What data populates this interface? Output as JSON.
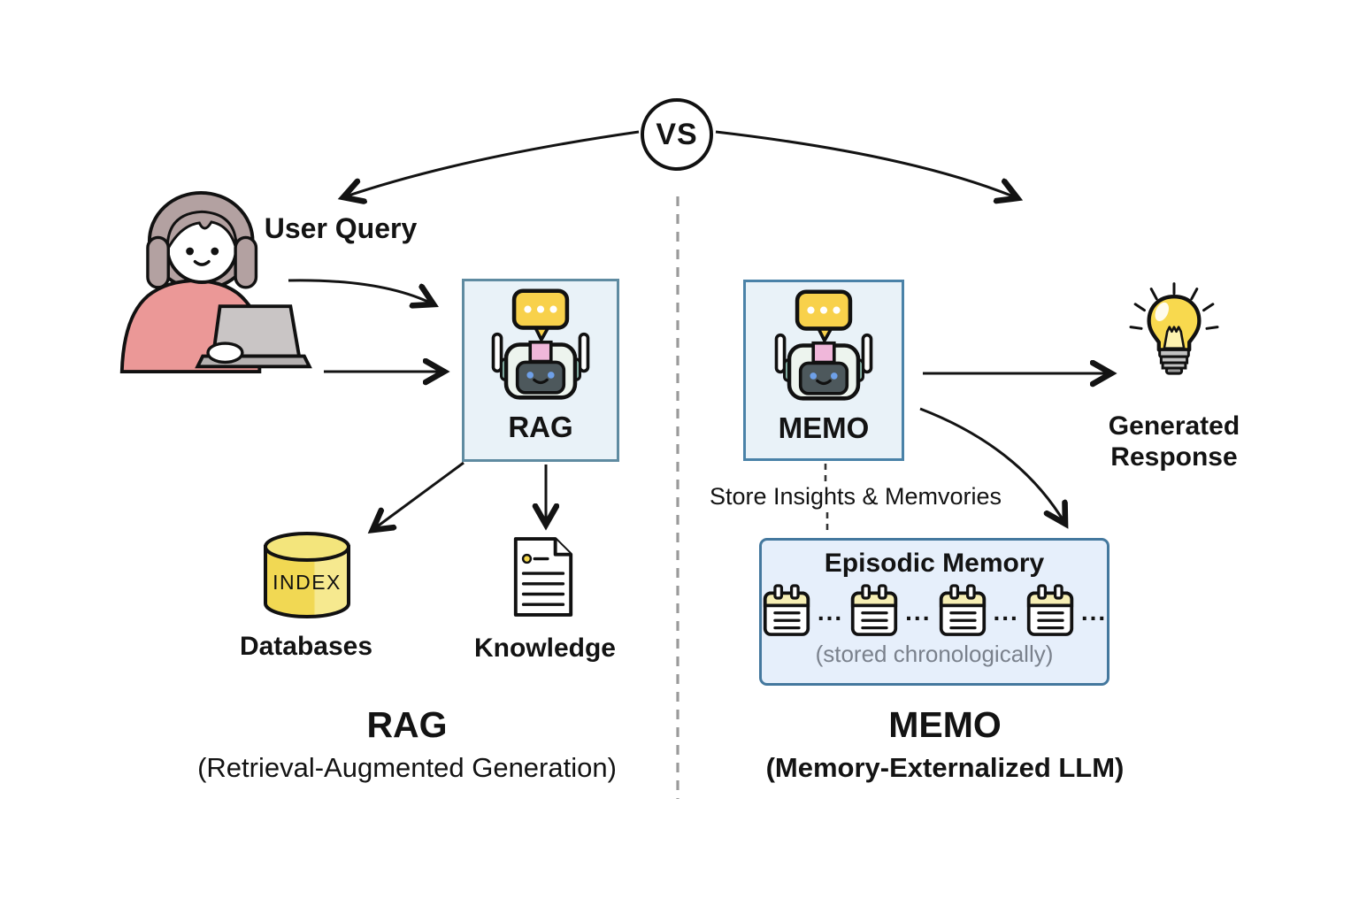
{
  "vs_badge": {
    "label": "VS"
  },
  "left_panel": {
    "user_query_label": "User Query",
    "agent_box": {
      "label": "RAG"
    },
    "database": {
      "body_text": "INDEX",
      "label": "Databases"
    },
    "knowledge": {
      "label": "Knowledge"
    },
    "title": "RAG",
    "subtitle": "(Retrieval-Augmented Generation)"
  },
  "right_panel": {
    "agent_box": {
      "label": "MEMO"
    },
    "store_label": "Store Insights & Memvories",
    "episodic_memory": {
      "title": "Episodic Memory",
      "ellipsis": "...",
      "caption": "(stored chronologically)"
    },
    "generated_response_label": "Generated Response",
    "title": "MEMO",
    "subtitle": "(Memory-Externalized LLM)"
  },
  "colors": {
    "agent_box_fill": "#e9f2f8",
    "rag_box_border": "#5f8ba1",
    "memo_box_border": "#4a82a8",
    "episodic_box_fill": "#e6effb",
    "episodic_box_border": "#44789e",
    "speech_bubble_yellow": "#f8d14b",
    "database_yellow": "#f1d853",
    "bulb_yellow": "#f8d94e",
    "calendar_header_yellow": "#f6eeb4",
    "robot_pink": "#f0b7da",
    "shirt_pink": "#eb9897",
    "divider_gray": "#9a9a9a"
  }
}
